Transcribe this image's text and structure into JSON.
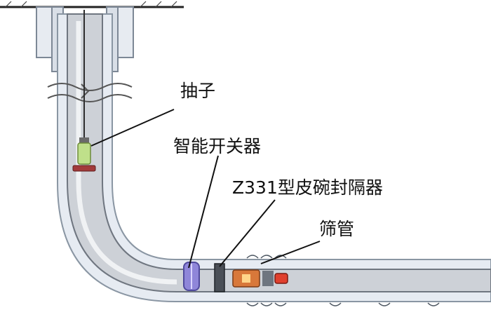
{
  "diagram": {
    "labels": {
      "swab": "抽子",
      "smart_switch": "智能开关器",
      "packer": "Z331型皮碗封隔器",
      "screen_pipe": "筛管"
    },
    "colors": {
      "casing_fill": "#dfe6ee",
      "casing_edge": "#8a96a3",
      "tubing_fill": "#c9ccd2",
      "tubing_edge": "#6f7680",
      "swab_body": "#bfe08a",
      "swab_base": "#a23a3a",
      "switch_ring": "#8f86d9",
      "packer_band": "#d8783a",
      "screen_end": "#e0402e",
      "leader_line": "#111111"
    }
  }
}
